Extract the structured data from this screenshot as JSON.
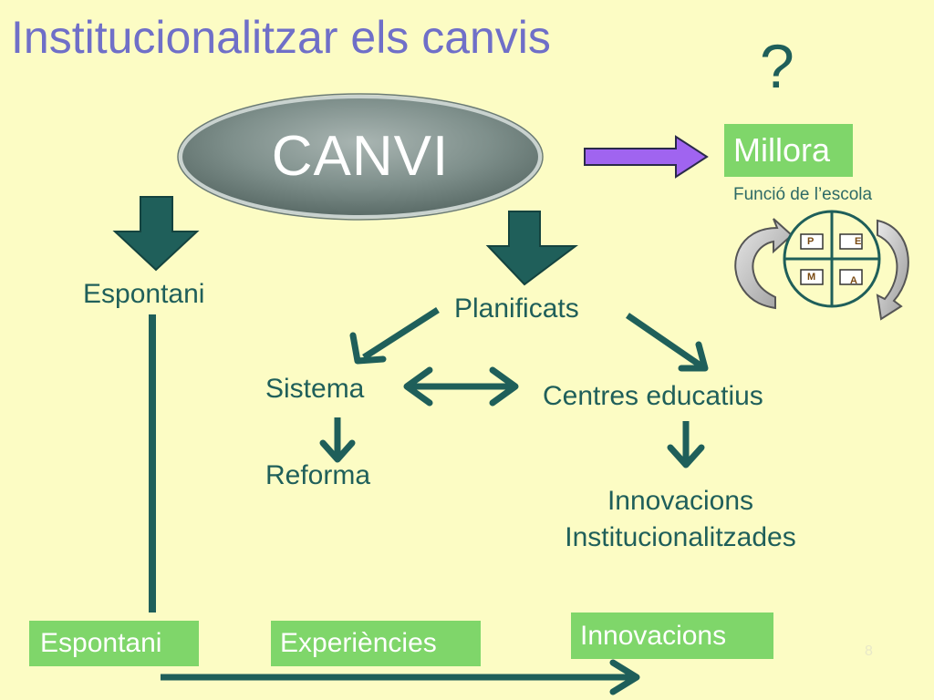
{
  "title": "Institucionalitzar els canvis",
  "question_mark": "?",
  "central_node": "CANVI",
  "millora": {
    "label": "Millora",
    "caption": "Funció de l’escola",
    "cycle_letters": [
      "P",
      "E",
      "M",
      "A"
    ]
  },
  "branches": {
    "spontaneous": "Espontani",
    "planned": "Planificats",
    "system": "Sistema",
    "reform": "Reforma",
    "schools": "Centres educatius",
    "institutionalized_innovations": [
      "Innovacions",
      "Institucionalitzades"
    ]
  },
  "bottom_boxes": [
    "Espontani",
    "Experiències",
    "Innovacions"
  ],
  "slide_number": "8",
  "colors": {
    "background": "#fcfcc4",
    "title": "#6f6fc8",
    "arrow": "#1f5f5a",
    "box_green": "#7fd66a",
    "arrow_purple": "#a064f0"
  }
}
